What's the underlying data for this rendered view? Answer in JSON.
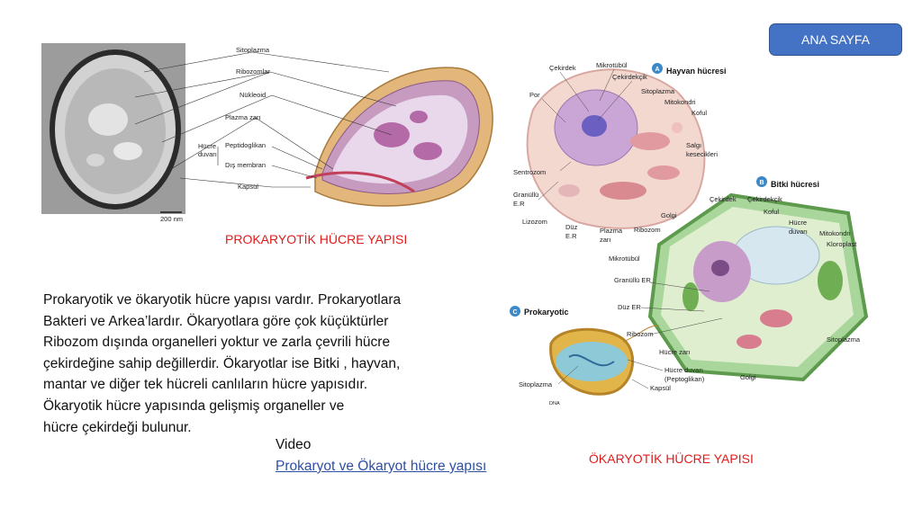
{
  "home_button": {
    "label": "ANA SAYFA"
  },
  "prokaryote_figure": {
    "scale_bar": "200 nm",
    "labels": {
      "sitoplazma": "Sitoplazma",
      "ribozomlar": "Ribozomlar",
      "nukleoid": "Nükleoid",
      "plazma_zari": "Plazma zarı",
      "hucre": "Hücre",
      "duvari": "duvarı",
      "peptidoglikan": "Peptidoglikan",
      "dis_membran": "Dış membran",
      "kapsul": "Kapsül"
    },
    "caption": "PROKARYOTİK HÜCRE YAPISI"
  },
  "eukaryote_figure": {
    "animal": {
      "badge": "A",
      "title": "Hayvan hücresi",
      "labels": {
        "cekirdek": "Çekirdek",
        "mikrotubul": "Mikrotübül",
        "cekirdekcik": "Çekirdekçik",
        "por": "Por",
        "sitoplazma": "Sitoplazma",
        "mitokondri": "Mitokondri",
        "koful": "Koful",
        "salgi": "Salgı",
        "kesecikleri": "kesecikleri",
        "sentrozom": "Sentrozom",
        "granullu": "Granüllü",
        "er": "E.R",
        "lizozom": "Lizozom",
        "duz": "Düz",
        "duz_er": "E.R",
        "plazma": "Plazma",
        "zari": "zarı",
        "ribozom": "Ribozom",
        "golgi": "Golgi"
      }
    },
    "plant": {
      "badge": "B",
      "title": "Bitki hücresi",
      "labels": {
        "cekirdek": "Çekirdek",
        "cekirdekcik": "Çekirdekçik",
        "koful": "Koful",
        "hucre": "Hücre",
        "duvari": "duvarı",
        "mitokondri": "Mitokondri",
        "kloroplast": "Kloroplast",
        "mikrotubul": "Mikrotübül",
        "granullu_er": "Granüllü ER",
        "duz_er": "Düz ER",
        "ribozom": "Ribozom",
        "sitoplazma": "Sitoplazma",
        "golgi": "Golgi",
        "hucre_zari": "Hücre zarı"
      }
    },
    "prokaryote": {
      "badge": "C",
      "title": "Prokaryotic",
      "labels": {
        "sitoplazma": "Sitoplazma",
        "hucre_duvari": "Hücre duvarı",
        "peptoglikan": "(Peptoglikan)",
        "kapsul": "Kapsül",
        "dna": "DNA"
      }
    },
    "caption": "ÖKARYOTİK HÜCRE YAPISI"
  },
  "paragraph": {
    "lines": [
      "Prokaryotik ve ökaryotik hücre yapısı vardır. Prokaryotlara",
      "Bakteri ve Arkea’lardır. Ökaryotlara göre çok küçüktürler",
      "Ribozom dışında organelleri yoktur ve  zarla çevrili hücre",
      "çekirdeğine sahip değillerdir. Ökaryotlar ise Bitki , hayvan,",
      "mantar ve diğer tek hücreli canlıların hücre yapısıdır.",
      "Ökaryotik hücre yapısında gelişmiş organeller ve",
      "hücre çekirdeği bulunur."
    ]
  },
  "video": {
    "label": "Video",
    "link_text": "Prokaryot ve Ökaryot hücre yapısı"
  }
}
